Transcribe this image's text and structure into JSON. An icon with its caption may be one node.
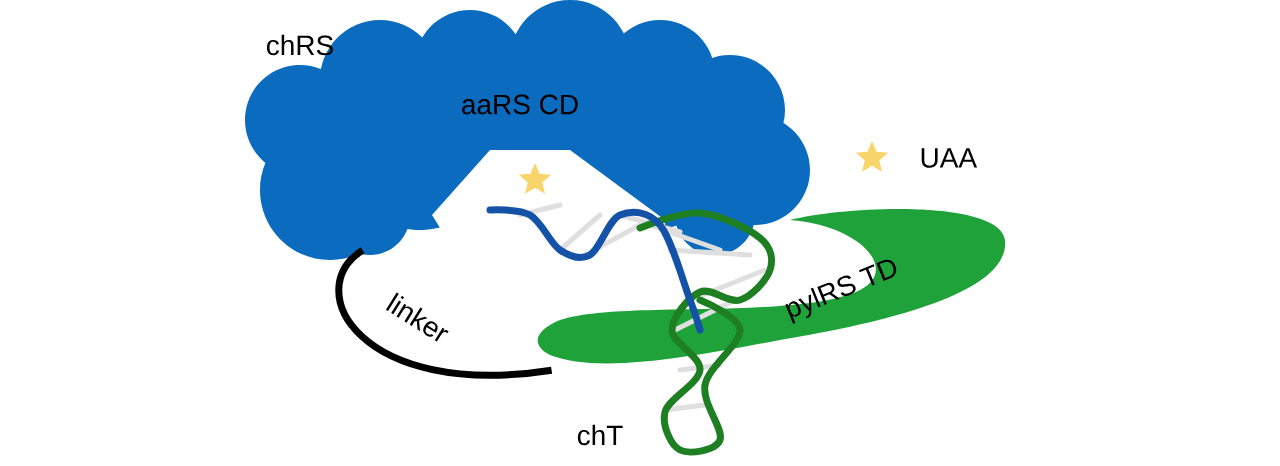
{
  "diagram": {
    "nodes": [
      {
        "text": [
          "aaRS CD"
        ]
      },
      {
        "text": [
          "pylRS TD"
        ]
      }
    ],
    "edges": [
      {
        "from": 0,
        "to": 1,
        "arrow": "none",
        "label": "linker"
      }
    ],
    "labels": [
      "chRS",
      "chT"
    ],
    "legend": [
      {
        "text": "UAA"
      }
    ]
  }
}
